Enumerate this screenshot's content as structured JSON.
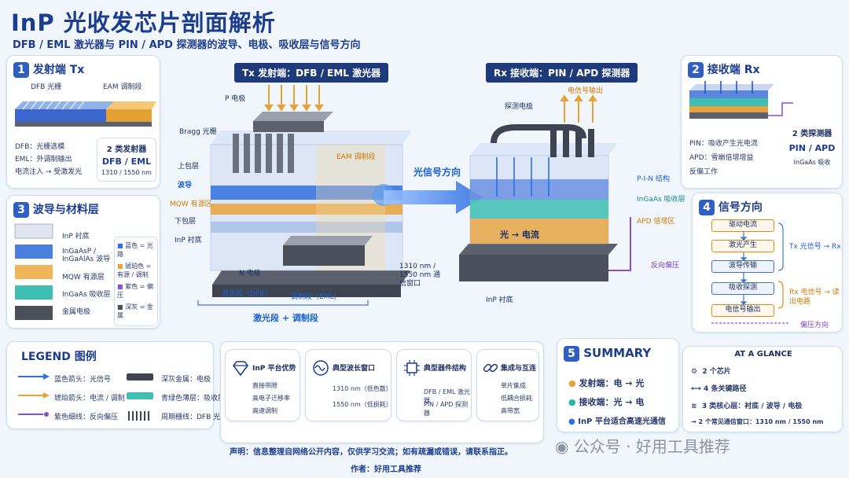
{
  "header": {
    "title": "InP 光收发芯片剖面解析",
    "subtitle": "DFB / EML 激光器与 PIN / APD 探测器的波导、电极、吸收层与信号方向"
  },
  "tx_card": {
    "num": "1",
    "title": "发射端 Tx",
    "label_grating": "DFB 光栅",
    "label_eam": "EAM 调制段",
    "bullets": [
      "DFB：光栅选模",
      "EML：外调制输出",
      "电流注入 → 受激发光"
    ],
    "side_title": "2 类发射器",
    "side_main": "DFB / EML",
    "side_sub": "1310 / 1550 nm"
  },
  "rx_card": {
    "num": "2",
    "title": "接收端 Rx",
    "bullets": [
      "PIN：吸收产生光电流",
      "APD：雪崩倍增增益",
      "反偏工作"
    ],
    "side_title": "2 类探测器",
    "side_main": "PIN / APD",
    "side_sub": "InGaAs 吸收"
  },
  "waveguide_card": {
    "num": "3",
    "title": "波导与材料层",
    "layers": [
      "InP 衬底",
      "InGaAsP / InGaAlAs 波导",
      "MQW 有源层",
      "InGaAs 吸收层",
      "金属电极"
    ],
    "notes": [
      "蓝色 = 光路",
      "琥珀色 = 有源 / 调制",
      "紫色 = 偏压",
      "深灰 = 金属"
    ]
  },
  "signal_card": {
    "num": "4",
    "title": "信号方向",
    "steps": [
      "驱动电流",
      "激光产生",
      "波导传输",
      "吸收探测",
      "电信号输出"
    ],
    "tx_note": "Tx 光信号 → Rx",
    "rx_note": "Rx 电信号 → 读出电路",
    "bias_note": "偏压方向"
  },
  "tx_diagram": {
    "header": "Tx 发射端：DFB / EML 激光器",
    "p_electrode": "P 电极",
    "bragg": "Bragg 光栅",
    "upper_clad": "上包层",
    "waveguide": "波导",
    "mqw": "MQW 有源区",
    "lower_clad": "下包层",
    "substrate": "InP 衬底",
    "n_electrode": "N 电极",
    "eam": "EAM 调制段",
    "laser_seg": "激光段（DFB）",
    "mod_seg": "调制段（EML）",
    "combined": "激光段 + 调制段",
    "window": "1310 nm / 1550 nm 通信窗口"
  },
  "center": {
    "direction": "光信号方向"
  },
  "rx_diagram": {
    "header": "Rx 接收端：PIN / APD 探测器",
    "probe": "探测电极",
    "output": "电信号输出",
    "pin": "P-I-N 结构",
    "ingaas": "InGaAs 吸收层",
    "apd": "APD 倍增区",
    "light_to_current": "光 → 电流",
    "reverse_bias": "反向偏压",
    "substrate": "InP 衬底"
  },
  "legend": {
    "title": "LEGEND 图例",
    "items": [
      "蓝色箭头：光信号",
      "琥珀箭头：电流 / 调制",
      "紫色细线：反向偏压",
      "深灰金属：电极",
      "青绿色薄层：吸收层",
      "周期栅线：DFB 光栅"
    ]
  },
  "features": [
    {
      "title": "InP 平台优势",
      "items": [
        "直接带隙",
        "高电子迁移率",
        "高速调制"
      ]
    },
    {
      "title": "典型波长窗口",
      "items": [
        "1310 nm（低色散）",
        "1550 nm（低损耗）"
      ]
    },
    {
      "title": "典型器件结构",
      "items": [
        "DFB / EML 激光器",
        "PIN / APD 探测器"
      ]
    },
    {
      "title": "集成与互连",
      "items": [
        "单片集成",
        "低耦合损耗",
        "高带宽"
      ]
    }
  ],
  "summary": {
    "num": "5",
    "title": "SUMMARY",
    "items": [
      "发射端：电 → 光",
      "接收端：光 → 电",
      "InP 平台适合高速光通信"
    ]
  },
  "glance": {
    "title": "AT A GLANCE",
    "rows": [
      "2 个芯片",
      "4 条关键路径",
      "3 类核心层：衬底 / 波导 / 电极",
      "2 个常见通信窗口：1310 nm / 1550 nm"
    ]
  },
  "footer": {
    "statement": "声明：信息整理自网络公开内容，仅供学习交流；如有疏漏或错误，请联系指正。",
    "author": "作者：好用工具推荐",
    "watermark": "公众号 · 好用工具推荐"
  },
  "colors": {
    "blue": "#2f6fe0",
    "amber": "#e8a23a",
    "purple": "#8a4fd0",
    "teal": "#2bb5a8",
    "metal": "#4a4f5a"
  }
}
